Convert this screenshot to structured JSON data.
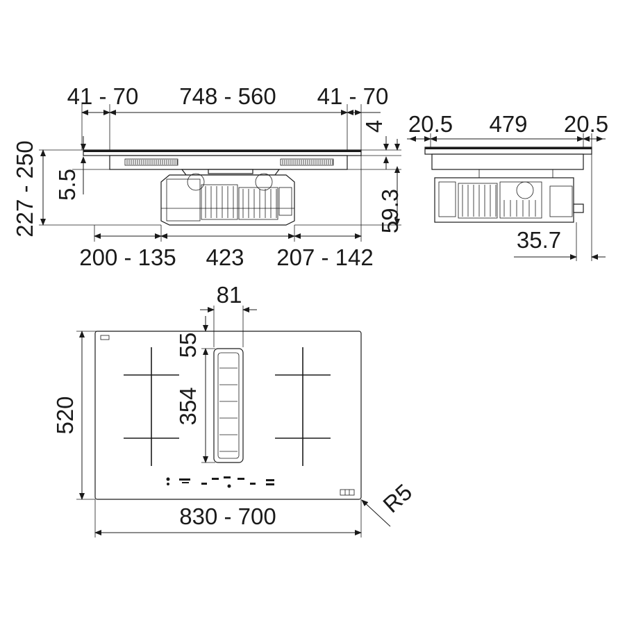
{
  "side_view": {
    "top_left_offset": "41 - 70",
    "top_cutout": "748 - 560",
    "top_right_offset": "41 - 70",
    "glass_thickness": "4",
    "frame_height": "5.5",
    "total_depth": "227 - 250",
    "motor_height": "59.3",
    "bottom_left_offset": "200 - 135",
    "bottom_motor_width": "423",
    "bottom_right_offset": "207 - 142"
  },
  "end_view": {
    "left_offset": "20.5",
    "cutout_depth": "479",
    "right_offset": "20.5",
    "outlet_offset": "35.7"
  },
  "top_view": {
    "vent_width": "81",
    "vent_offset": "55",
    "vent_length": "354",
    "height": "520",
    "width": "830 - 700",
    "corner_radius": "R5"
  }
}
